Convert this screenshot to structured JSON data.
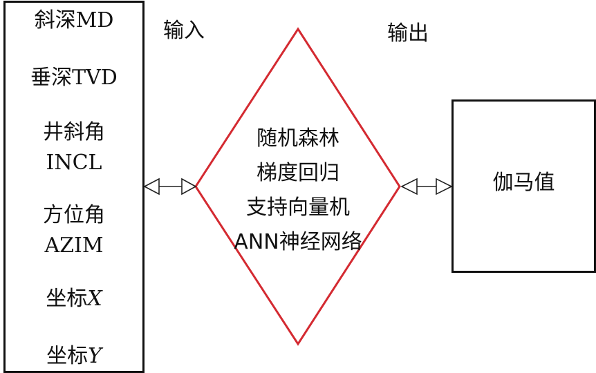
{
  "inputs": {
    "labels": {
      "input": "输入",
      "output": "输出"
    },
    "items": [
      {
        "name": "斜深MD"
      },
      {
        "name": "垂深TVD"
      },
      {
        "name": "井斜角",
        "latin": "INCL"
      },
      {
        "name": "方位角",
        "latin": "AZIM"
      },
      {
        "name": "坐标",
        "latin": "X"
      },
      {
        "name": "坐标",
        "latin": "Y"
      }
    ]
  },
  "models": {
    "items": [
      "随机森林",
      "梯度回归",
      "支持向量机",
      "ANN神经网络"
    ]
  },
  "output": {
    "value": "伽马值"
  },
  "colors": {
    "diamond_stroke": "#d42a31",
    "box_stroke": "#111111",
    "arrow_stroke": "#222222"
  }
}
